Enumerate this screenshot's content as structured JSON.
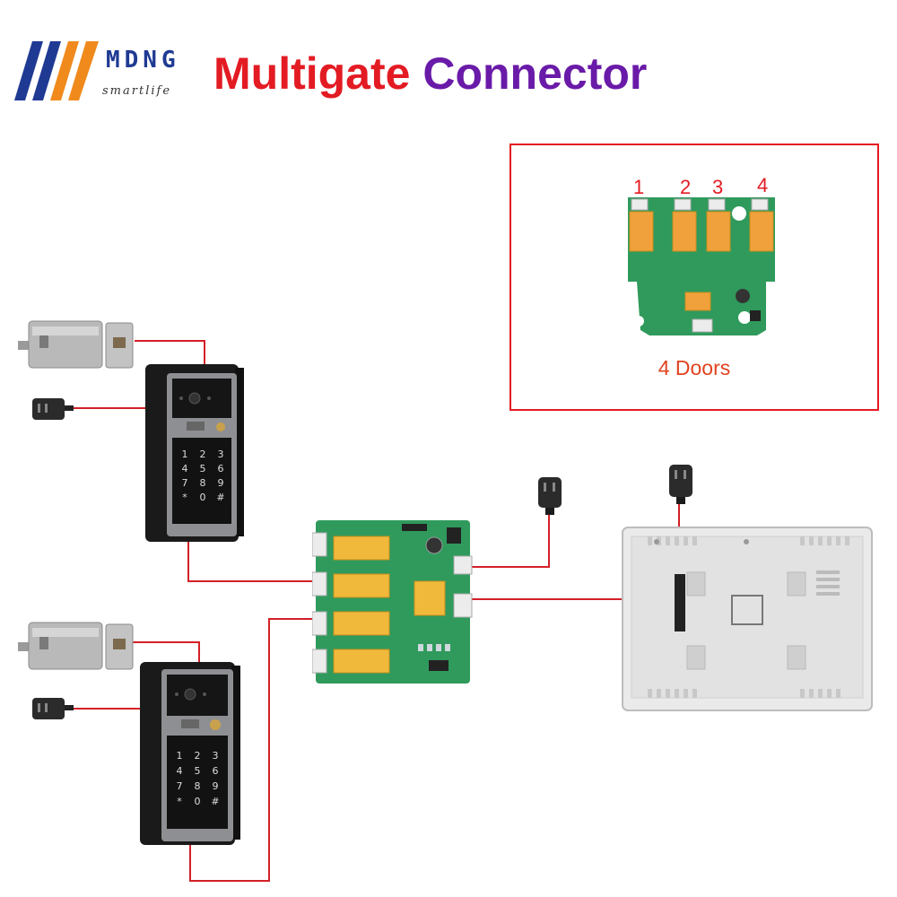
{
  "brand": {
    "name": "MDNG",
    "tagline": "smartlife",
    "logo_colors": [
      "#1f3a93",
      "#f08a1c"
    ]
  },
  "title": {
    "word1": "Multigate",
    "word2": "Connector",
    "color1": "#e31b23",
    "color2": "#6a1aa8"
  },
  "inset": {
    "relay_labels": [
      "1",
      "2",
      "3",
      "4"
    ],
    "caption": "4 Doors",
    "border_color": "#e31b23"
  },
  "keypad": {
    "keys": [
      "1",
      "2",
      "3",
      "4",
      "5",
      "6",
      "7",
      "8",
      "9",
      "*",
      "0",
      "#"
    ]
  },
  "wire_color": "#d32027",
  "icons": [
    "electric-lock-icon",
    "power-adapter-icon",
    "door-camera-icon",
    "relay-board-icon",
    "indoor-monitor-icon"
  ]
}
